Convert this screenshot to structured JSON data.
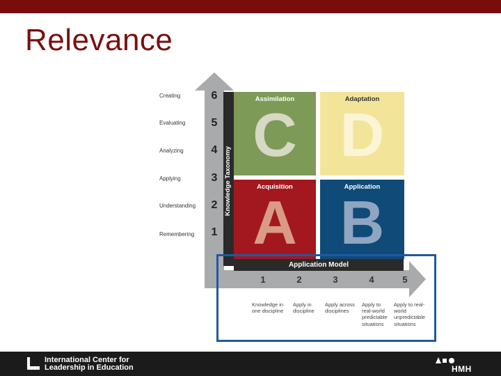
{
  "slide": {
    "title": "Relevance"
  },
  "colors": {
    "top_bar": "#7a0c0c",
    "title": "#7a1010",
    "assimilation": "#7d9a57",
    "adaptation": "#f2e59a",
    "acquisition": "#a3181e",
    "application": "#0f4a78",
    "highlight_border": "#1e5aa0",
    "footer": "#1b1b1b"
  },
  "framework": {
    "vertical_axis_label": "Knowledge Taxonomy",
    "taxonomy_levels": [
      {
        "number": "6",
        "label": "Creating"
      },
      {
        "number": "5",
        "label": "Evaluating"
      },
      {
        "number": "4",
        "label": "Analyzing"
      },
      {
        "number": "3",
        "label": "Applying"
      },
      {
        "number": "2",
        "label": "Understanding"
      },
      {
        "number": "1",
        "label": "Remembering"
      }
    ],
    "quadrants": {
      "C": {
        "letter": "C",
        "label": "Assimilation"
      },
      "D": {
        "letter": "D",
        "label": "Adaptation"
      },
      "A": {
        "letter": "A",
        "label": "Acquisition"
      },
      "B": {
        "letter": "B",
        "label": "Application"
      }
    },
    "horizontal_axis_label": "Application Model",
    "application_levels": [
      {
        "number": "1",
        "desc": "Knowledge in one discipline"
      },
      {
        "number": "2",
        "desc": "Apply in discipline"
      },
      {
        "number": "3",
        "desc": "Apply across disciplines"
      },
      {
        "number": "4",
        "desc": "Apply to real-world predictable situations"
      },
      {
        "number": "5",
        "desc": "Apply to real-world unpredictable situations"
      }
    ]
  },
  "footer": {
    "org_line1": "International Center for",
    "org_line2": "Leadership in Education",
    "publisher": "HMH"
  }
}
